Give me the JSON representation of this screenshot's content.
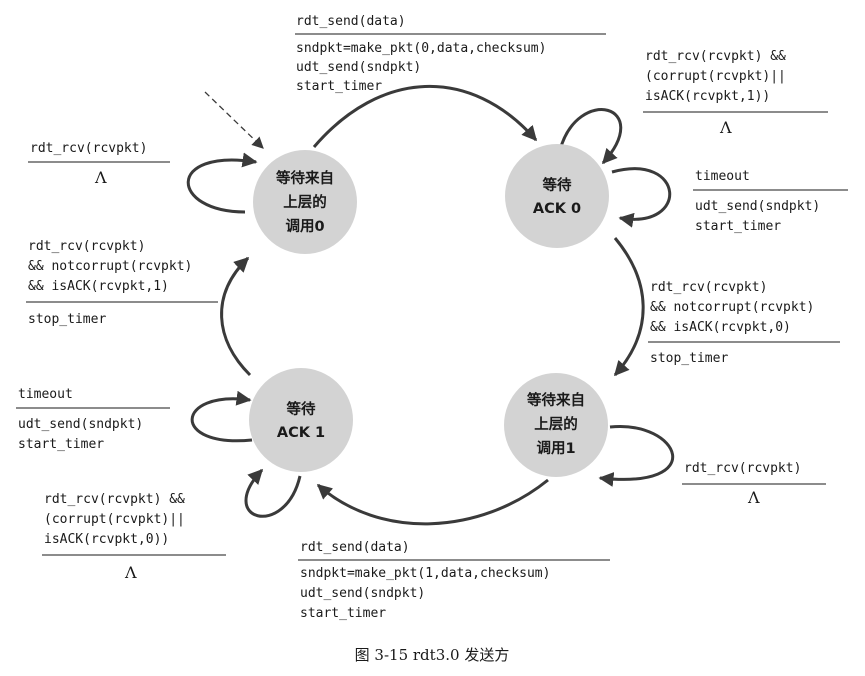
{
  "states": {
    "wait_call_0": {
      "lines": [
        "等待来自",
        "上层的",
        "调用0"
      ]
    },
    "wait_ack_0": {
      "lines": [
        "等待",
        "ACK 0"
      ]
    },
    "wait_call_1": {
      "lines": [
        "等待来自",
        "上层的",
        "调用1"
      ]
    },
    "wait_ack_1": {
      "lines": [
        "等待",
        "ACK 1"
      ]
    }
  },
  "transitions": {
    "send_data_0": {
      "event": "rdt_send(data)",
      "actions": [
        "sndpkt=make_pkt(0,data,checksum)",
        "udt_send(sndpkt)",
        "start_timer"
      ]
    },
    "ack0_wait_loop": {
      "event": [
        "rdt_rcv(rcvpkt) &&",
        "(corrupt(rcvpkt)||",
        "isACK(rcvpkt,1))"
      ],
      "action": "Λ"
    },
    "ack0_timeout": {
      "event": "timeout",
      "actions": [
        "udt_send(sndpkt)",
        "start_timer"
      ]
    },
    "ack0_received": {
      "event": [
        "rdt_rcv(rcvpkt)",
        "&& notcorrupt(rcvpkt)",
        "&& isACK(rcvpkt,0)"
      ],
      "action": "stop_timer"
    },
    "call1_loop": {
      "event": "rdt_rcv(rcvpkt)",
      "action": "Λ"
    },
    "send_data_1": {
      "event": "rdt_send(data)",
      "actions": [
        "sndpkt=make_pkt(1,data,checksum)",
        "udt_send(sndpkt)",
        "start_timer"
      ]
    },
    "ack1_wait_loop": {
      "event": [
        "rdt_rcv(rcvpkt) &&",
        "(corrupt(rcvpkt)||",
        "isACK(rcvpkt,0))"
      ],
      "action": "Λ"
    },
    "ack1_timeout": {
      "event": "timeout",
      "actions": [
        "udt_send(sndpkt)",
        "start_timer"
      ]
    },
    "ack1_received": {
      "event": [
        "rdt_rcv(rcvpkt)",
        "&& notcorrupt(rcvpkt)",
        "&& isACK(rcvpkt,1)"
      ],
      "action": "stop_timer"
    },
    "call0_loop": {
      "event": "rdt_rcv(rcvpkt)",
      "action": "Λ"
    }
  },
  "caption": "图 3-15   rdt3.0 发送方",
  "colors": {
    "state_fill": "#d3d3d3",
    "arrow": "#3a3a3a",
    "text": "#1a1a1a"
  }
}
